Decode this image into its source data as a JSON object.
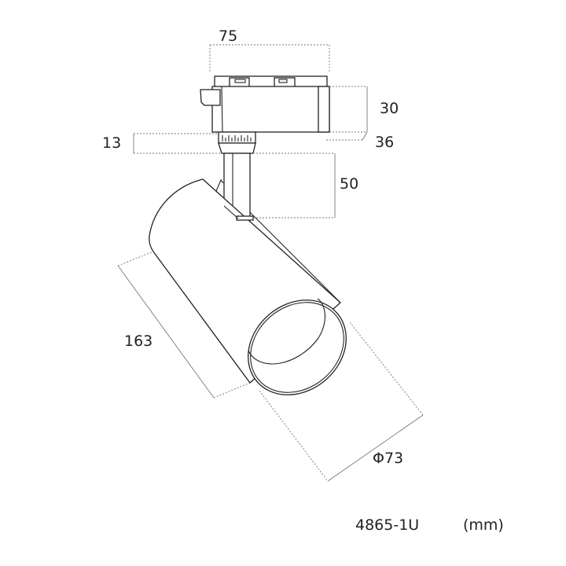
{
  "dimensions": {
    "width": "75",
    "height": "30",
    "depth": "36",
    "ring": "13",
    "stem": "50",
    "length": "163",
    "diameter": "Φ73"
  },
  "caption": {
    "model": "4865-1U",
    "unit": "(mm)"
  }
}
